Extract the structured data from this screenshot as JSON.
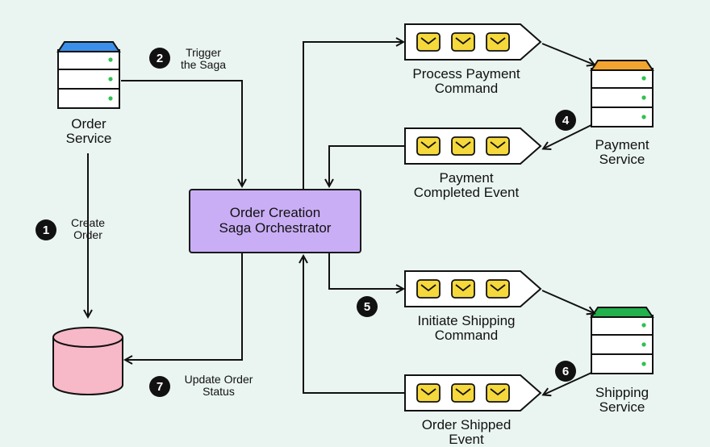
{
  "orchestrator": {
    "line1": "Order Creation",
    "line2": "Saga Orchestrator"
  },
  "services": {
    "order": {
      "line1": "Order",
      "line2": "Service",
      "accent": "#3b8fe8"
    },
    "payment": {
      "line1": "Payment",
      "line2": "Service",
      "accent": "#f2a431"
    },
    "shipping": {
      "line1": "Shipping",
      "line2": "Service",
      "accent": "#22b14c"
    }
  },
  "database": {
    "color": "#f7b8c8"
  },
  "queues": {
    "process_payment": {
      "line1": "Process Payment",
      "line2": "Command"
    },
    "payment_completed": {
      "line1": "Payment",
      "line2": "Completed Event"
    },
    "initiate_shipping": {
      "line1": "Initiate Shipping",
      "line2": "Command"
    },
    "order_shipped": {
      "line1": "Order Shipped",
      "line2": "Event"
    }
  },
  "steps": [
    {
      "num": "1",
      "line1": "Create",
      "line2": "Order"
    },
    {
      "num": "2",
      "line1": "Trigger",
      "line2": "the Saga"
    },
    {
      "num": "4",
      "line1": "",
      "line2": ""
    },
    {
      "num": "5",
      "line1": "",
      "line2": ""
    },
    {
      "num": "6",
      "line1": "",
      "line2": ""
    },
    {
      "num": "7",
      "line1": "Update Order",
      "line2": "Status"
    }
  ],
  "colors": {
    "orchestrator": "#c9aef5",
    "envelope": "#f5d83c",
    "background": "#eaf5f1"
  }
}
